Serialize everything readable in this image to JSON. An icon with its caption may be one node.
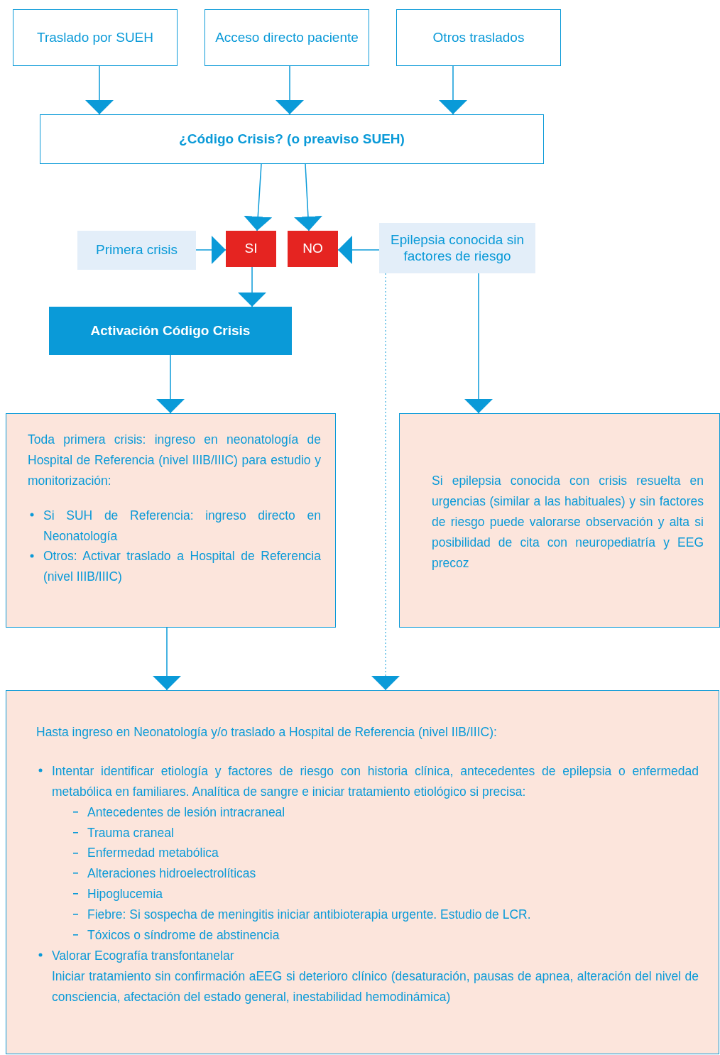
{
  "diagram": {
    "nodes": [
      {
        "text": [
          "Traslado por SUEH"
        ]
      },
      {
        "text": [
          "Acceso directo paciente"
        ]
      },
      {
        "text": [
          "Otros traslados"
        ]
      },
      {
        "text": [
          "¿Código Crisis?  (o preaviso SUEH)"
        ]
      },
      {
        "text": [
          "Primera crisis"
        ]
      },
      {
        "text": [
          "SI"
        ]
      },
      {
        "text": [
          "NO"
        ]
      },
      {
        "text": [
          "Epilepsia conocida sin factores de riesgo"
        ]
      },
      {
        "text": [
          "Activación Código Crisis"
        ]
      },
      {
        "text": [
          "Toda primera crisis: ingreso en neonatología de Hospital de Referencia (nivel IIIB/IIIC) para estudio y monitorización:",
          "Si SUH de Referencia: ingreso directo en Neonatología",
          "Otros: Activar traslado a Hospital de Referencia (nivel IIIB/IIIC)"
        ]
      },
      {
        "text": [
          "Si epilepsia conocida con crisis resuelta en urgencias (similar a las habituales) y sin factores de riesgo puede valorarse observación y alta si posibilidad de cita con neuropediatría y EEG precoz"
        ]
      },
      {
        "text": [
          "Hasta ingreso en Neonatología y/o traslado a Hospital de Referencia (nivel IIB/IIIC):",
          "Intentar identificar etiología y factores de riesgo con historia clínica, antecedentes de epilepsia o enfermedad metabólica en familiares. Analítica de sangre e iniciar tratamiento etiológico si precisa:",
          "Antecedentes de lesión intracraneal",
          "Trauma craneal",
          "Enfermedad metabólica",
          "Alteraciones hidroelectrolíticas",
          "Hipoglucemia",
          "Fiebre: Si sospecha de meningitis iniciar antibioterapia urgente. Estudio de LCR.",
          "Tóxicos o síndrome de abstinencia",
          "Valorar Ecografía transfontanelar",
          "Iniciar tratamiento sin confirmación aEEG si deterioro clínico (desaturación, pausas de apnea, alteración del nivel de consciencia, afectación del estado general, inestabilidad hemodinámica)"
        ]
      }
    ],
    "edges": [
      {
        "from": 0,
        "to": 3,
        "arrow": "to"
      },
      {
        "from": 1,
        "to": 3,
        "arrow": "to"
      },
      {
        "from": 2,
        "to": 3,
        "arrow": "to"
      },
      {
        "from": 3,
        "to": 5,
        "arrow": "to"
      },
      {
        "from": 3,
        "to": 6,
        "arrow": "to"
      },
      {
        "from": 4,
        "to": 5,
        "arrow": "to"
      },
      {
        "from": 7,
        "to": 6,
        "arrow": "to"
      },
      {
        "from": 5,
        "to": 8,
        "arrow": "to"
      },
      {
        "from": 8,
        "to": 9,
        "arrow": "to"
      },
      {
        "from": 7,
        "to": 10,
        "arrow": "to"
      },
      {
        "from": 9,
        "to": 11,
        "arrow": "to"
      },
      {
        "from": 7,
        "to": 11,
        "arrow": "to",
        "style": "dashed"
      }
    ]
  }
}
